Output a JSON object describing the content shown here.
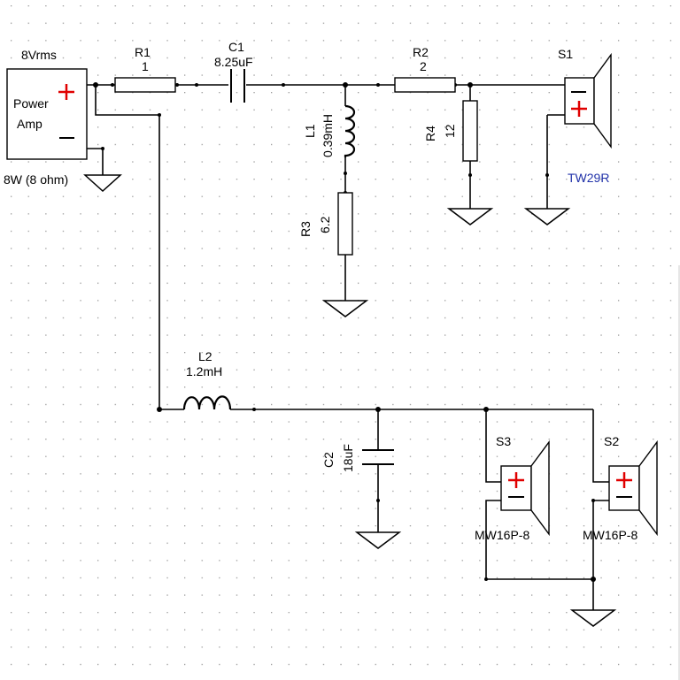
{
  "source": {
    "voltage": "8Vrms",
    "label_line1": "Power",
    "label_line2": "Amp",
    "power_rating": "8W (8 ohm)"
  },
  "components": {
    "r1": {
      "ref": "R1",
      "value": "1"
    },
    "c1": {
      "ref": "C1",
      "value": "8.25uF"
    },
    "r2": {
      "ref": "R2",
      "value": "2"
    },
    "l1": {
      "ref": "L1",
      "value": "0.39mH"
    },
    "r3": {
      "ref": "R3",
      "value": "6.2"
    },
    "r4": {
      "ref": "R4",
      "value": "12"
    },
    "l2": {
      "ref": "L2",
      "value": "1.2mH"
    },
    "c2": {
      "ref": "C2",
      "value": "18uF"
    }
  },
  "speakers": {
    "s1": {
      "ref": "S1",
      "model": "TW29R"
    },
    "s2": {
      "ref": "S2",
      "model": "MW16P-8"
    },
    "s3": {
      "ref": "S3",
      "model": "MW16P-8"
    }
  },
  "colors": {
    "wire": "#000000",
    "polarity": "#e00000",
    "model_label": "#2233aa",
    "grid_dot": "#9a9a9a"
  },
  "canvas": {
    "background": "#ffffff",
    "grid": true
  }
}
